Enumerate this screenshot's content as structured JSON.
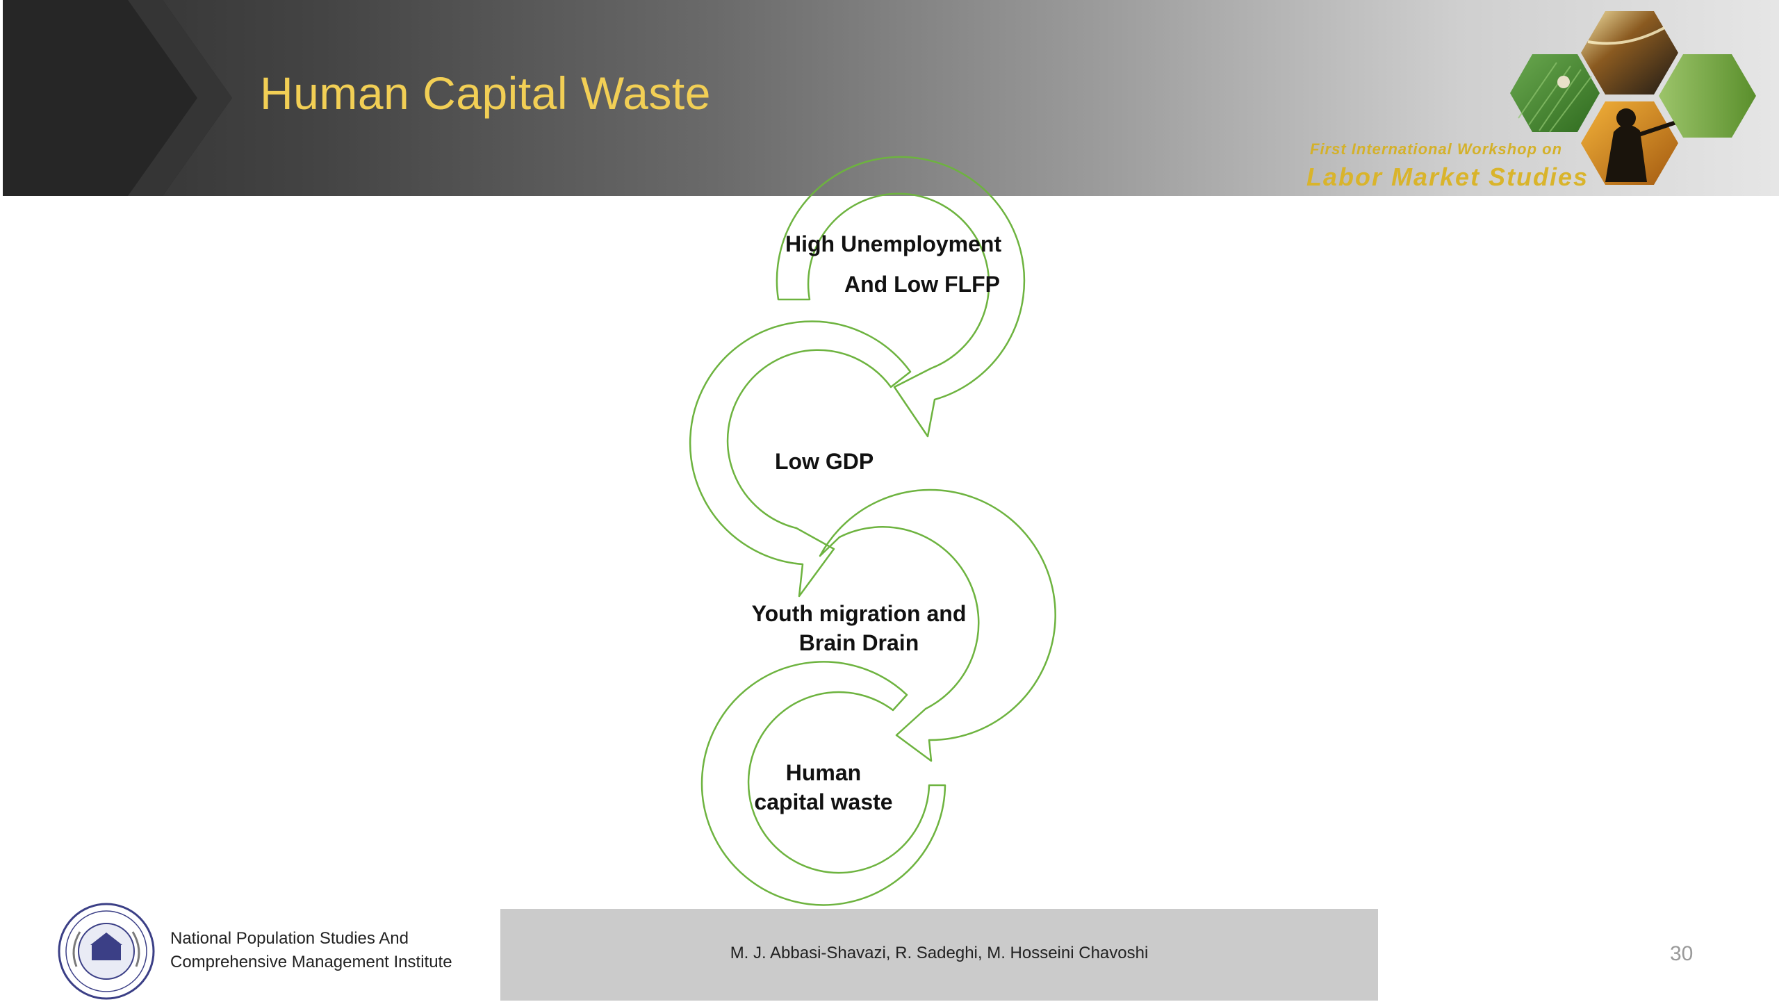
{
  "slide": {
    "title": "Human Capital Waste",
    "page_number": "30"
  },
  "workshop": {
    "line1": "First International Workshop on",
    "line2": "Labor Market Studies"
  },
  "diagram": {
    "type": "cycle-flow",
    "accent_color": "#6db33f",
    "nodes": [
      {
        "line1": "High Unemployment",
        "line2": "And Low FLFP"
      },
      {
        "line1": "Low GDP"
      },
      {
        "line1": "Youth migration and",
        "line2": "Brain Drain"
      },
      {
        "line1": "Human",
        "line2": "capital waste"
      }
    ]
  },
  "footer": {
    "institute_line1": "National Population Studies And",
    "institute_line2": "Comprehensive Management Institute",
    "authors": "M. J. Abbasi-Shavazi, R. Sadeghi, M. Hosseini Chavoshi"
  },
  "colors": {
    "title": "#f2cf55",
    "header_dark": "#2e2e2e",
    "footer_bar": "#cbcbcb"
  }
}
